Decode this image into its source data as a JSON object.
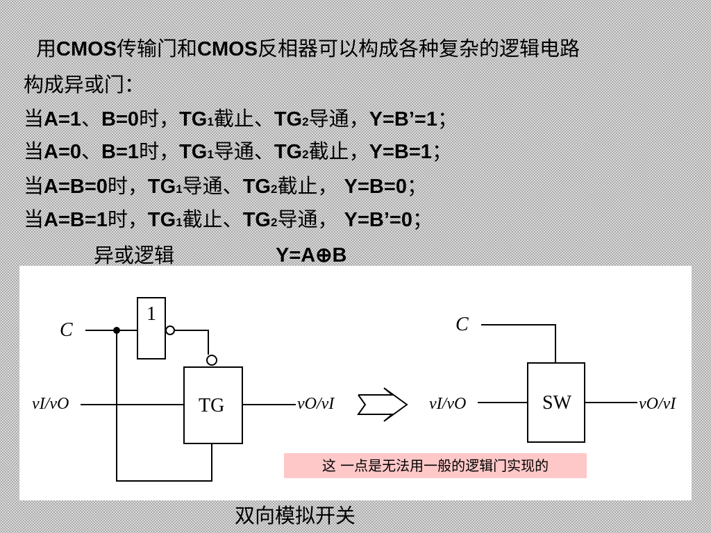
{
  "heading": {
    "prefix": "用",
    "cmos1": "CMOS",
    "mid": "传输门和",
    "cmos2": "CMOS",
    "suffix": "反相器可以构成各种复杂的逻辑电路"
  },
  "subheading": "构成异或门：",
  "cases": [
    {
      "lead": "当",
      "cond": "A=1",
      "sep": "、",
      "cond2": "B=0",
      "shi": "时，",
      "tg1": "TG",
      "tg1sub": "1",
      "tg1state": "截止、",
      "tg2": "TG",
      "tg2sub": "2",
      "tg2state": "导通，",
      "result": "Y=B’=1",
      "end": "；"
    },
    {
      "lead": "当",
      "cond": "A=0",
      "sep": "、",
      "cond2": "B=1",
      "shi": "时，",
      "tg1": "TG",
      "tg1sub": "1",
      "tg1state": "导通、",
      "tg2": "TG",
      "tg2sub": "2",
      "tg2state": "截止，",
      "result": "Y=B=1",
      "end": "；"
    },
    {
      "lead": "当",
      "cond": "A=B=0",
      "sep": "",
      "cond2": "",
      "shi": "时，",
      "tg1": "TG",
      "tg1sub": "1",
      "tg1state": "导通、",
      "tg2": "TG",
      "tg2sub": "2",
      "tg2state": "截止， ",
      "result": "Y=B=0",
      "end": "；"
    },
    {
      "lead": "当",
      "cond": "A=B=1",
      "sep": "",
      "cond2": "",
      "shi": "时，",
      "tg1": "TG",
      "tg1sub": "1",
      "tg1state": "截止、",
      "tg2": "TG",
      "tg2sub": "2",
      "tg2state": "导通， ",
      "result": "Y=B’=0",
      "end": "；"
    }
  ],
  "xor": {
    "name": "异或逻辑",
    "formula": "Y=A⊕B"
  },
  "diagram": {
    "left": {
      "control": "C",
      "inverter": "1",
      "gate": "TG",
      "input": "vI/vO",
      "output": "vO/vI"
    },
    "right": {
      "control": "C",
      "gate": "SW",
      "input": "vI/vO",
      "output": "vO/vI"
    },
    "arrow": "⇒"
  },
  "note": "这 一点是无法用一般的逻辑门实现的",
  "caption": "双向模拟开关"
}
